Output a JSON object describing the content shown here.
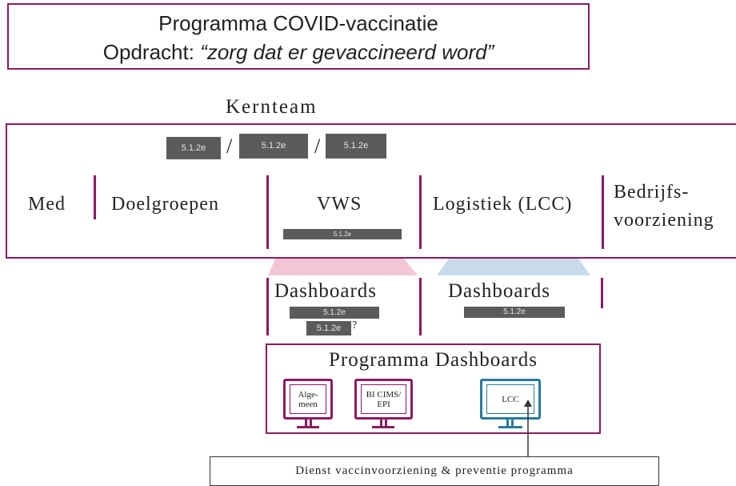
{
  "title": {
    "line1": "Programma COVID-vaccinatie",
    "line2_prefix": "Opdracht: ",
    "line2_quote": "“zorg dat er gevaccineerd word”"
  },
  "kernteam": {
    "heading": "Kernteam",
    "redactions_top": [
      "5.1.2e",
      "5.1.2e",
      "5.1.2e"
    ],
    "separators": [
      "/",
      "/"
    ],
    "columns": {
      "med": "Med",
      "doelgroepen": "Doelgroepen",
      "vws": "VWS",
      "logistiek": "Logistiek (LCC)",
      "bedrijfs_line1": "Bedrijfs-",
      "bedrijfs_line2": "voorziening"
    },
    "vws_redaction": "5.1.2e"
  },
  "dashboards": {
    "left": {
      "label": "Dashboards",
      "redaction1": "5.1.2e",
      "redaction2": "5.1.2e",
      "question": "?"
    },
    "right": {
      "label": "Dashboards",
      "redaction": "5.1.2e"
    }
  },
  "programma": {
    "title": "Programma Dashboards",
    "monitors": {
      "algemeen_line1": "Alge-",
      "algemeen_line2": "meen",
      "bi_line1": "BI CIMS/",
      "bi_line2": "EPI",
      "lcc": "LCC"
    }
  },
  "dienst": {
    "label": "Dienst vaccinvoorziening & preventie programma"
  },
  "colors": {
    "accent_purple": "#8a1c5e",
    "accent_blue": "#2a7a9e",
    "pink_trapezoid": "#f3c6d7",
    "blue_trapezoid": "#c7dbe9",
    "redaction_gray": "#5b5b5b"
  }
}
